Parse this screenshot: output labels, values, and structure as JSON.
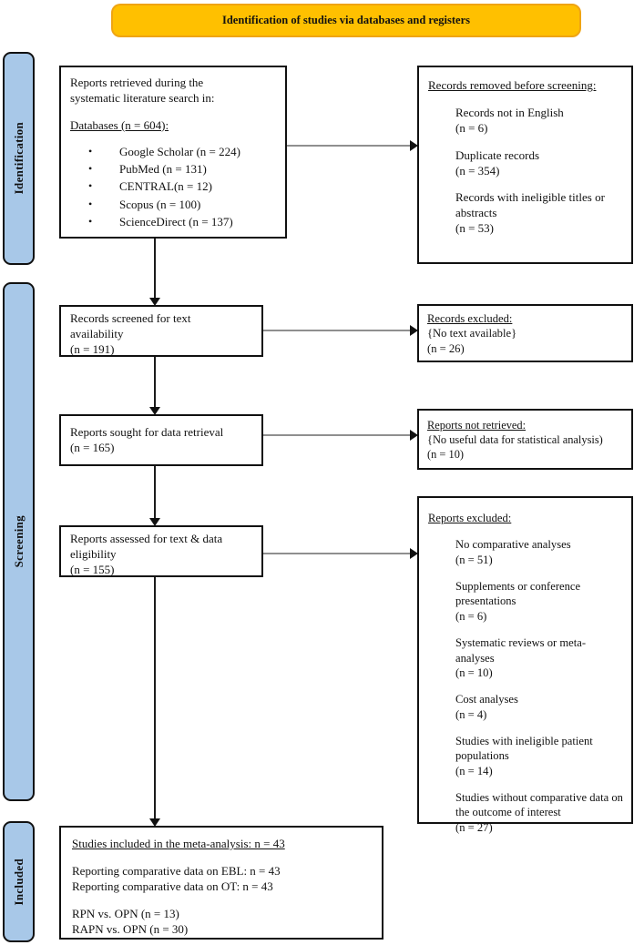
{
  "banner": {
    "title": "Identification of studies via databases and registers"
  },
  "sidebar": {
    "identification": "Identification",
    "screening": "Screening",
    "included": "Included"
  },
  "flow": {
    "retrieved": {
      "intro": "Reports retrieved during the\nsystematic literature search in:",
      "databases_heading": "Databases (n = 604):",
      "bullet_glyph": "•",
      "databases": [
        "Google Scholar (n = 224)",
        "PubMed (n = 131)",
        "CENTRAL(n = 12)",
        "Scopus (n = 100)",
        "ScienceDirect (n = 137)"
      ]
    },
    "removed": {
      "heading": "Records removed before screening:",
      "items": [
        "Records not in English\n(n = 6)",
        "Duplicate records\n(n = 354)",
        "Records with ineligible titles or\nabstracts\n(n = 53)"
      ]
    },
    "screened": {
      "text": "Records screened for text\navailability\n(n = 191)"
    },
    "records_excluded": {
      "heading": "Records excluded:",
      "body": "{No text available}\n(n = 26)"
    },
    "sought": {
      "text": "Reports sought for data retrieval\n(n = 165)"
    },
    "not_retrieved": {
      "heading": "Reports not retrieved:",
      "body": "{No useful data for statistical analysis)\n(n = 10)"
    },
    "assessed": {
      "text": "Reports assessed for text & data\neligibility\n(n = 155)"
    },
    "reports_excluded": {
      "heading": "Reports excluded:",
      "items": [
        "No comparative analyses\n(n = 51)",
        "Supplements or conference\npresentations\n(n = 6)",
        "Systematic reviews or meta-analyses\n(n = 10)",
        "Cost analyses\n(n = 4)",
        "Studies with ineligible patient\npopulations\n(n = 14)",
        "Studies without comparative data on\nthe outcome of interest\n(n = 27)"
      ]
    },
    "included_box": {
      "heading": "Studies included in the meta-analysis: n = 43",
      "reporting_lines": [
        "Reporting comparative data on EBL: n = 43",
        "Reporting comparative data on OT: n = 43"
      ],
      "comparison_lines": [
        "RPN vs. OPN (n = 13)",
        "RAPN vs. OPN (n = 30)"
      ]
    }
  },
  "colors": {
    "banner_fill": "#FFC000",
    "banner_border": "#EFA413",
    "sidebar_fill": "#A8C8E8",
    "box_border": "#111111",
    "arrow_line_horizontal": "#8f8f8f",
    "arrow_line_vertical": "#1c1c1c"
  }
}
